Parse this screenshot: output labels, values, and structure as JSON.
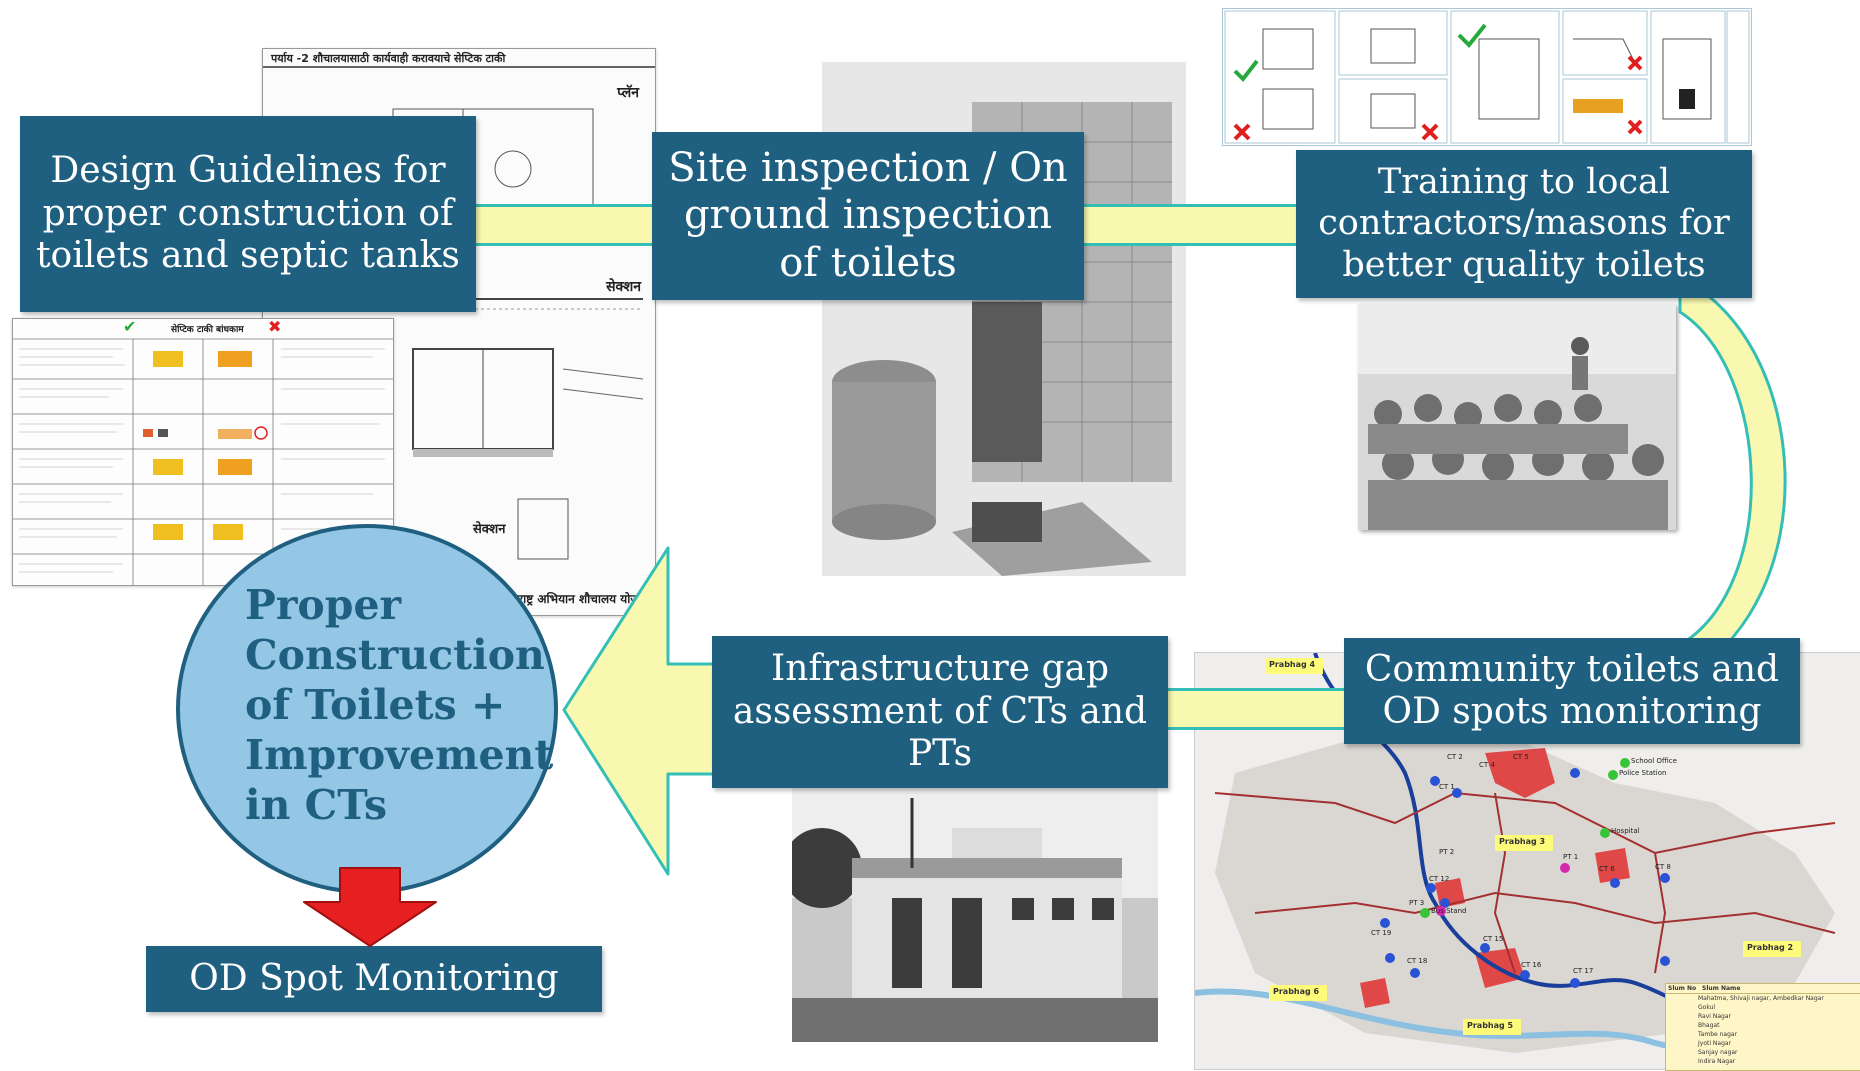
{
  "boxes": {
    "design": "Design Guidelines for proper construction of toilets and septic tanks",
    "site": "Site inspection / On ground inspection of toilets",
    "training": "Training to local contractors/masons for better quality toilets",
    "community": "Community toilets and OD spots monitoring",
    "infra": "Infrastructure gap assessment of CTs and PTs",
    "od": "OD Spot Monitoring"
  },
  "center_circle": {
    "text": "Proper\nConstruction\nof Toilets +\nImprovement\nin CTs"
  },
  "colors": {
    "box_fill": "#1f5f80",
    "circle_fill": "#93c7e5",
    "arrow_fill": "#f8f8b0",
    "arrow_edge": "#33bfb5",
    "down_arrow": "#e62020"
  },
  "document_headers": {
    "plan_sheet_title": "पर्याय -2 शौचालयासाठी कार्यवाही करावयाचे सेप्टिक टाकी",
    "plan_label": "प्लॅन",
    "section_label": "सेक्शन",
    "section_label_2": "सेक्शन",
    "bottom_caption": "स्वच्छ महाराष्ट्र अभियान शौचालय योजना",
    "guidelines_sheet_title": "सेप्टिक टाकी बांधकाम"
  },
  "map_labels": {
    "prabhag_4": "Prabhag 4",
    "prabhag_3": "Prabhag 3",
    "prabhag_2": "Prabhag 2",
    "prabhag_6": "Prabhag 6",
    "prabhag_5": "Prabhag 5",
    "ct1": "CT 1",
    "ct2": "CT 2",
    "ct4": "CT 4",
    "ct5": "CT 5",
    "ct6": "CT 6",
    "ct8": "CT 8",
    "ct12": "CT 12",
    "ct15": "CT 15",
    "ct16": "CT 16",
    "ct17": "CT 17",
    "ct18": "CT 18",
    "ct19": "CT 19",
    "pt1": "PT 1",
    "pt2": "PT 2",
    "pt3": "PT 3",
    "school_office": "School Office",
    "police_station": "Police Station",
    "hospital": "Hospital",
    "bus_stand": "Bus Stand",
    "legend_col1": "Slum No",
    "legend_col2": "Slum Name",
    "legend_rows": [
      "Mahatma, Shivaji nagar, Ambedkar Nagar",
      "Gokul",
      "Ravi Nagar",
      "Bhagat",
      "Tambe nagar",
      "Jyoti Nagar",
      "Sanjay nagar",
      "Indira Nagar"
    ]
  }
}
